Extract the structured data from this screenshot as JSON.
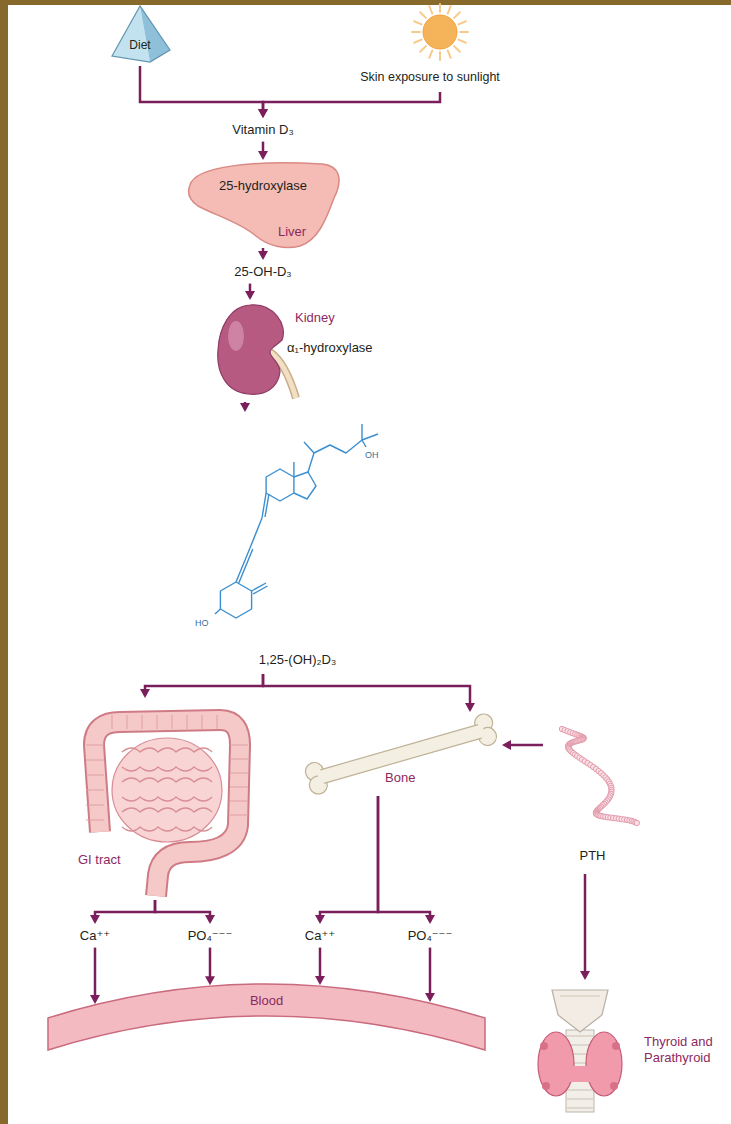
{
  "diagram": {
    "nodes": [
      {
        "text": [
          "Diet"
        ]
      },
      {
        "text": [
          "Skin exposure to sunlight"
        ]
      },
      {
        "text": [
          "Vitamin D₃"
        ]
      },
      {
        "text": [
          "25-hydroxylase",
          "Liver"
        ]
      },
      {
        "text": [
          "25-OH-D₃"
        ]
      },
      {
        "text": [
          "Kidney",
          "α₁-hydroxylase"
        ]
      },
      {
        "text": [
          "OH",
          "HO",
          "1,25-(OH)₂D₃"
        ]
      },
      {
        "text": [
          "GI tract"
        ]
      },
      {
        "text": [
          "Bone"
        ]
      },
      {
        "text": [
          "PTH"
        ]
      },
      {
        "text": [
          "Ca⁺⁺"
        ]
      },
      {
        "text": [
          "PO₄⁻⁻⁻"
        ]
      },
      {
        "text": [
          "Ca⁺⁺"
        ]
      },
      {
        "text": [
          "PO₄⁻⁻⁻"
        ]
      },
      {
        "text": [
          "Blood"
        ]
      },
      {
        "text": [
          "Thyroid and Parathyroid"
        ]
      }
    ],
    "edges": [
      {
        "from": 0,
        "to": 2,
        "arrow": "to"
      },
      {
        "from": 1,
        "to": 2,
        "arrow": "to"
      },
      {
        "from": 2,
        "to": 3,
        "arrow": "to"
      },
      {
        "from": 3,
        "to": 4,
        "arrow": "to"
      },
      {
        "from": 4,
        "to": 5,
        "arrow": "to"
      },
      {
        "from": 5,
        "to": 6,
        "arrow": "to"
      },
      {
        "from": 6,
        "to": 7,
        "arrow": "to"
      },
      {
        "from": 6,
        "to": 8,
        "arrow": "to"
      },
      {
        "from": 7,
        "to": 10,
        "arrow": "to"
      },
      {
        "from": 7,
        "to": 11,
        "arrow": "to"
      },
      {
        "from": 8,
        "to": 12,
        "arrow": "to"
      },
      {
        "from": 8,
        "to": 13,
        "arrow": "to"
      },
      {
        "from": 10,
        "to": 14,
        "arrow": "to"
      },
      {
        "from": 11,
        "to": 14,
        "arrow": "to"
      },
      {
        "from": 12,
        "to": 14,
        "arrow": "to"
      },
      {
        "from": 13,
        "to": 14,
        "arrow": "to"
      },
      {
        "from": 9,
        "to": 8,
        "arrow": "to"
      },
      {
        "from": 9,
        "to": 15,
        "arrow": "to"
      }
    ]
  }
}
